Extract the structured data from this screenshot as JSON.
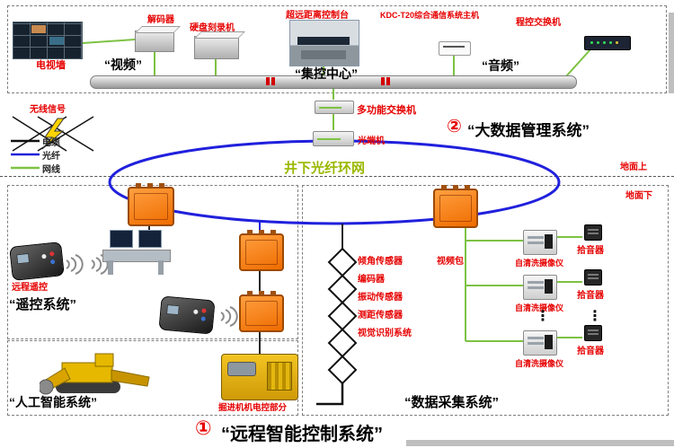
{
  "top": {
    "tv_wall": "电视墙",
    "decoder": "解码器",
    "hdd_recorder": "硬盘刻录机",
    "video_group": "“视频”",
    "remote_console": "超远距离控制台",
    "control_center": "“集控中心”",
    "comm_host": "KDC-T20综合通信系统主机",
    "pbx": "程控交换机",
    "audio_group": "“音频”"
  },
  "legend": {
    "wireless": "无线信号",
    "cable": "电缆",
    "fiber": "光纤",
    "network": "网线"
  },
  "network": {
    "multi_switch": "多功能交换机",
    "optical_terminal": "光端机",
    "ring": "井下光纤环网",
    "ground_above": "地面上",
    "ground_below": "地面下"
  },
  "big_data": {
    "number": "②",
    "title": "“大数据管理系统”"
  },
  "remote_sys": {
    "remote_label": "远程遥控",
    "title": "“遥控系统”"
  },
  "ai_sys": {
    "title": "“人工智能系统”",
    "machine_part": "掘进机机电控部分"
  },
  "daq": {
    "video_pack": "视频包",
    "sensors": [
      "倾角传感器",
      "编码器",
      "振动传感器",
      "测距传感器",
      "视觉识别系统"
    ],
    "camera": "自清洗摄像仪",
    "pickup": "拾音器",
    "ellipsis": "⋮",
    "title": "“数据采集系统”"
  },
  "footer": {
    "number": "①",
    "title": "“远程智能控制系统”"
  },
  "colors": {
    "label_red": "#e60000",
    "fiber_blue": "#2020dd",
    "network_green": "#7dc243",
    "ring_text_green": "#9ab800",
    "device_orange": "#ef6c00"
  }
}
